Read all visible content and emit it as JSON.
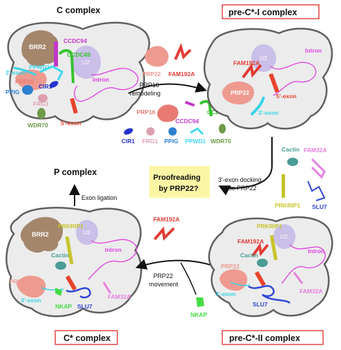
{
  "titles": {
    "c": "C complex",
    "prec1": "pre-C*-I complex",
    "prec2": "pre-C*-II complex",
    "cstar": "C* complex",
    "p": "P complex"
  },
  "steps": {
    "remodel_1": "PRP16",
    "remodel_2": "remodeling",
    "docking_1": "3'-exon docking",
    "docking_2": "into PRP22",
    "movement_1": "PRP22",
    "movement_2": "movement",
    "ligation": "Exon ligation",
    "proofreading_1": "Proofreading",
    "proofreading_2": "by PRP22?"
  },
  "labels": {
    "brr2": "BRR2",
    "u2": "U2",
    "intron": "Intron",
    "exon3": "3'-exon",
    "exon5": "5'-exon",
    "ccdc94": "CCDC94",
    "ccdc49": "CCDC49",
    "ppwd1": "PPWD1",
    "prp16": "PRP16",
    "cir1": "CIR1",
    "ppig": "PPIG",
    "frg1": "FRG1",
    "wdr70": "WDR70",
    "prp22": "PRP22",
    "fam192a": "FAM192A",
    "cactin": "Cactin",
    "fam32a": "FAM32A",
    "prkrip1": "PRKRIP1",
    "slu7": "SLU7",
    "nkap": "NKAP"
  },
  "colors": {
    "outline": "#5f5f5f",
    "body_fill": "#ececec",
    "brr2": "#a4866b",
    "u2": "#c9bfe8",
    "intron": "#e040e0",
    "exon3": "#37d3e6",
    "exon5": "#e8432c",
    "prp22": "#ee9a90",
    "ccdc94": "#c238c9",
    "ccdc49": "#35c22e",
    "ppwd1": "#3fd8ee",
    "prp16": "#e87a72",
    "cir1": "#2333c9",
    "ppig": "#2d7fd1",
    "frg1": "#dd9fb0",
    "wdr70": "#6e9a47",
    "fam192a": "#e23c34",
    "cactin": "#4a9c94",
    "fam32a": "#e87ee0",
    "prkrip1": "#c6c42a",
    "slu7": "#3047d6",
    "nkap": "#43dc43",
    "highlight_box": "#fbf6a6",
    "title_border": "#e02a2a"
  }
}
